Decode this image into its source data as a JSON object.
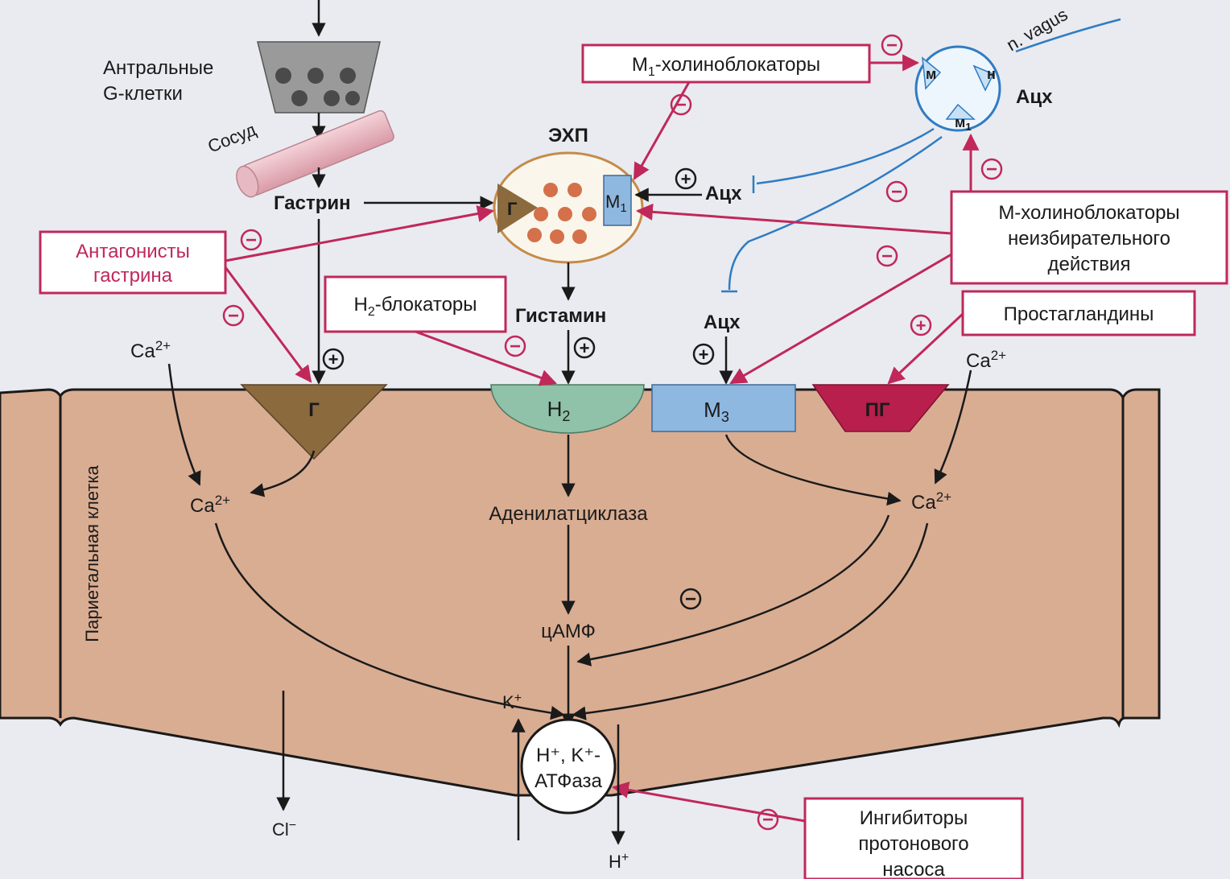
{
  "antral": {
    "line1": "Антральные",
    "line2": "G-клетки"
  },
  "vessel_label": "Сосуд",
  "gastrin_label": "Гастрин",
  "ecl_label": "ЭХП",
  "ecl_g": "Г",
  "ecl_m1": {
    "base": "М",
    "sub": "1"
  },
  "ach": "Ацх",
  "vagus": {
    "label": "n. vagus",
    "m": "м",
    "n": "н",
    "m1": "м",
    "m1_sub": "1",
    "ach": "Ацх"
  },
  "histamine_label": "Гистамин",
  "ca_label": "Ca",
  "ca_sup": "2+",
  "receptors": {
    "g": "Г",
    "h2": "H",
    "h2_sub": "2",
    "m3": "M",
    "m3_sub": "3",
    "pg": "ПГ"
  },
  "parietal_label": "Париетальная клетка",
  "adenylate_label": "Аденилатциклаза",
  "camp_label": "цАМФ",
  "pump": {
    "line1": "H⁺, K⁺-",
    "line2": "АТФаза"
  },
  "ions": {
    "k_base": "K",
    "k_sup": "+",
    "h_base": "H",
    "h_sup": "+",
    "cl_base": "Cl",
    "cl_sup": "−"
  },
  "boxes": {
    "m1_blockers": {
      "pre": "М",
      "sub": "1",
      "post": "-холиноблокаторы"
    },
    "gastrin_antagonists": {
      "line1": "Антагонисты",
      "line2": "гастрина"
    },
    "h2_blockers": {
      "pre": "H",
      "sub": "2",
      "post": "-блокаторы"
    },
    "nonselective": {
      "line1": "М-холиноблокаторы",
      "line2": "неизбирательного",
      "line3": "действия"
    },
    "prostaglandins": "Простагландины",
    "ppi": {
      "line1": "Ингибиторы",
      "line2": "протонового",
      "line3": "насоса"
    }
  },
  "signs": {
    "plus": "+",
    "minus": "−"
  },
  "colors": {
    "cell": "#d9ad92",
    "box": "#c0285a",
    "nerve": "#2f7cc4",
    "g_receptor": "#8b6a3e",
    "h2_receptor": "#8fc2a8",
    "m3_receptor": "#8fb8e0",
    "pg_receptor": "#b81f4c"
  }
}
